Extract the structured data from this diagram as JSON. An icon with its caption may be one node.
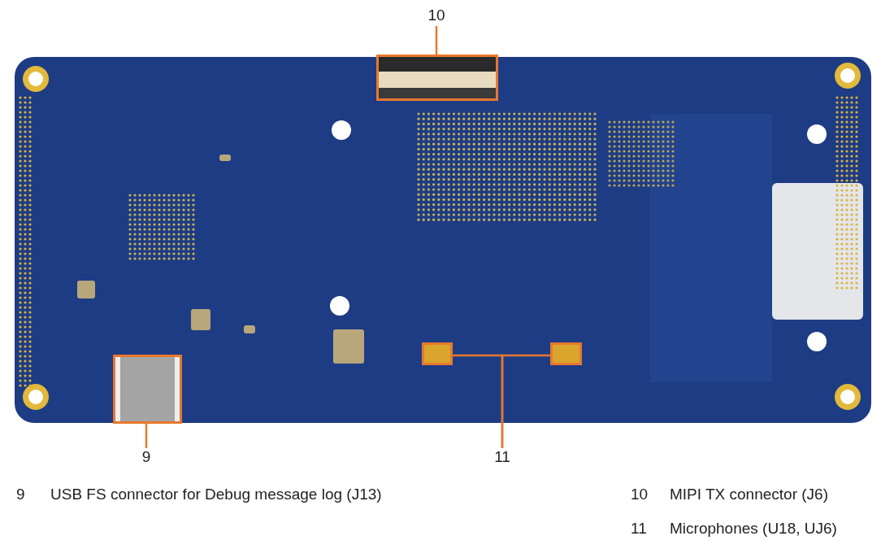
{
  "diagram": {
    "nodes": [
      {
        "text": [
          "10"
        ]
      },
      {
        "text": [],
        "shape": "box"
      },
      {
        "text": [
          "9"
        ]
      },
      {
        "text": [],
        "shape": "box"
      },
      {
        "text": [
          "11"
        ]
      },
      {
        "text": [],
        "shape": "box"
      },
      {
        "text": [],
        "shape": "box"
      }
    ],
    "edges": [
      {
        "from": 0,
        "to": 1,
        "arrow": "none"
      },
      {
        "from": 2,
        "to": 3,
        "arrow": "none"
      },
      {
        "from": 4,
        "to": 5,
        "arrow": "none"
      },
      {
        "from": 4,
        "to": 6,
        "arrow": "none"
      }
    ],
    "labels": [
      "9",
      "USB FS connector for Debug message log (J13)",
      "10",
      "MIPI TX connector (J6)",
      "11",
      "Microphones (U18, UJ6)"
    ]
  }
}
